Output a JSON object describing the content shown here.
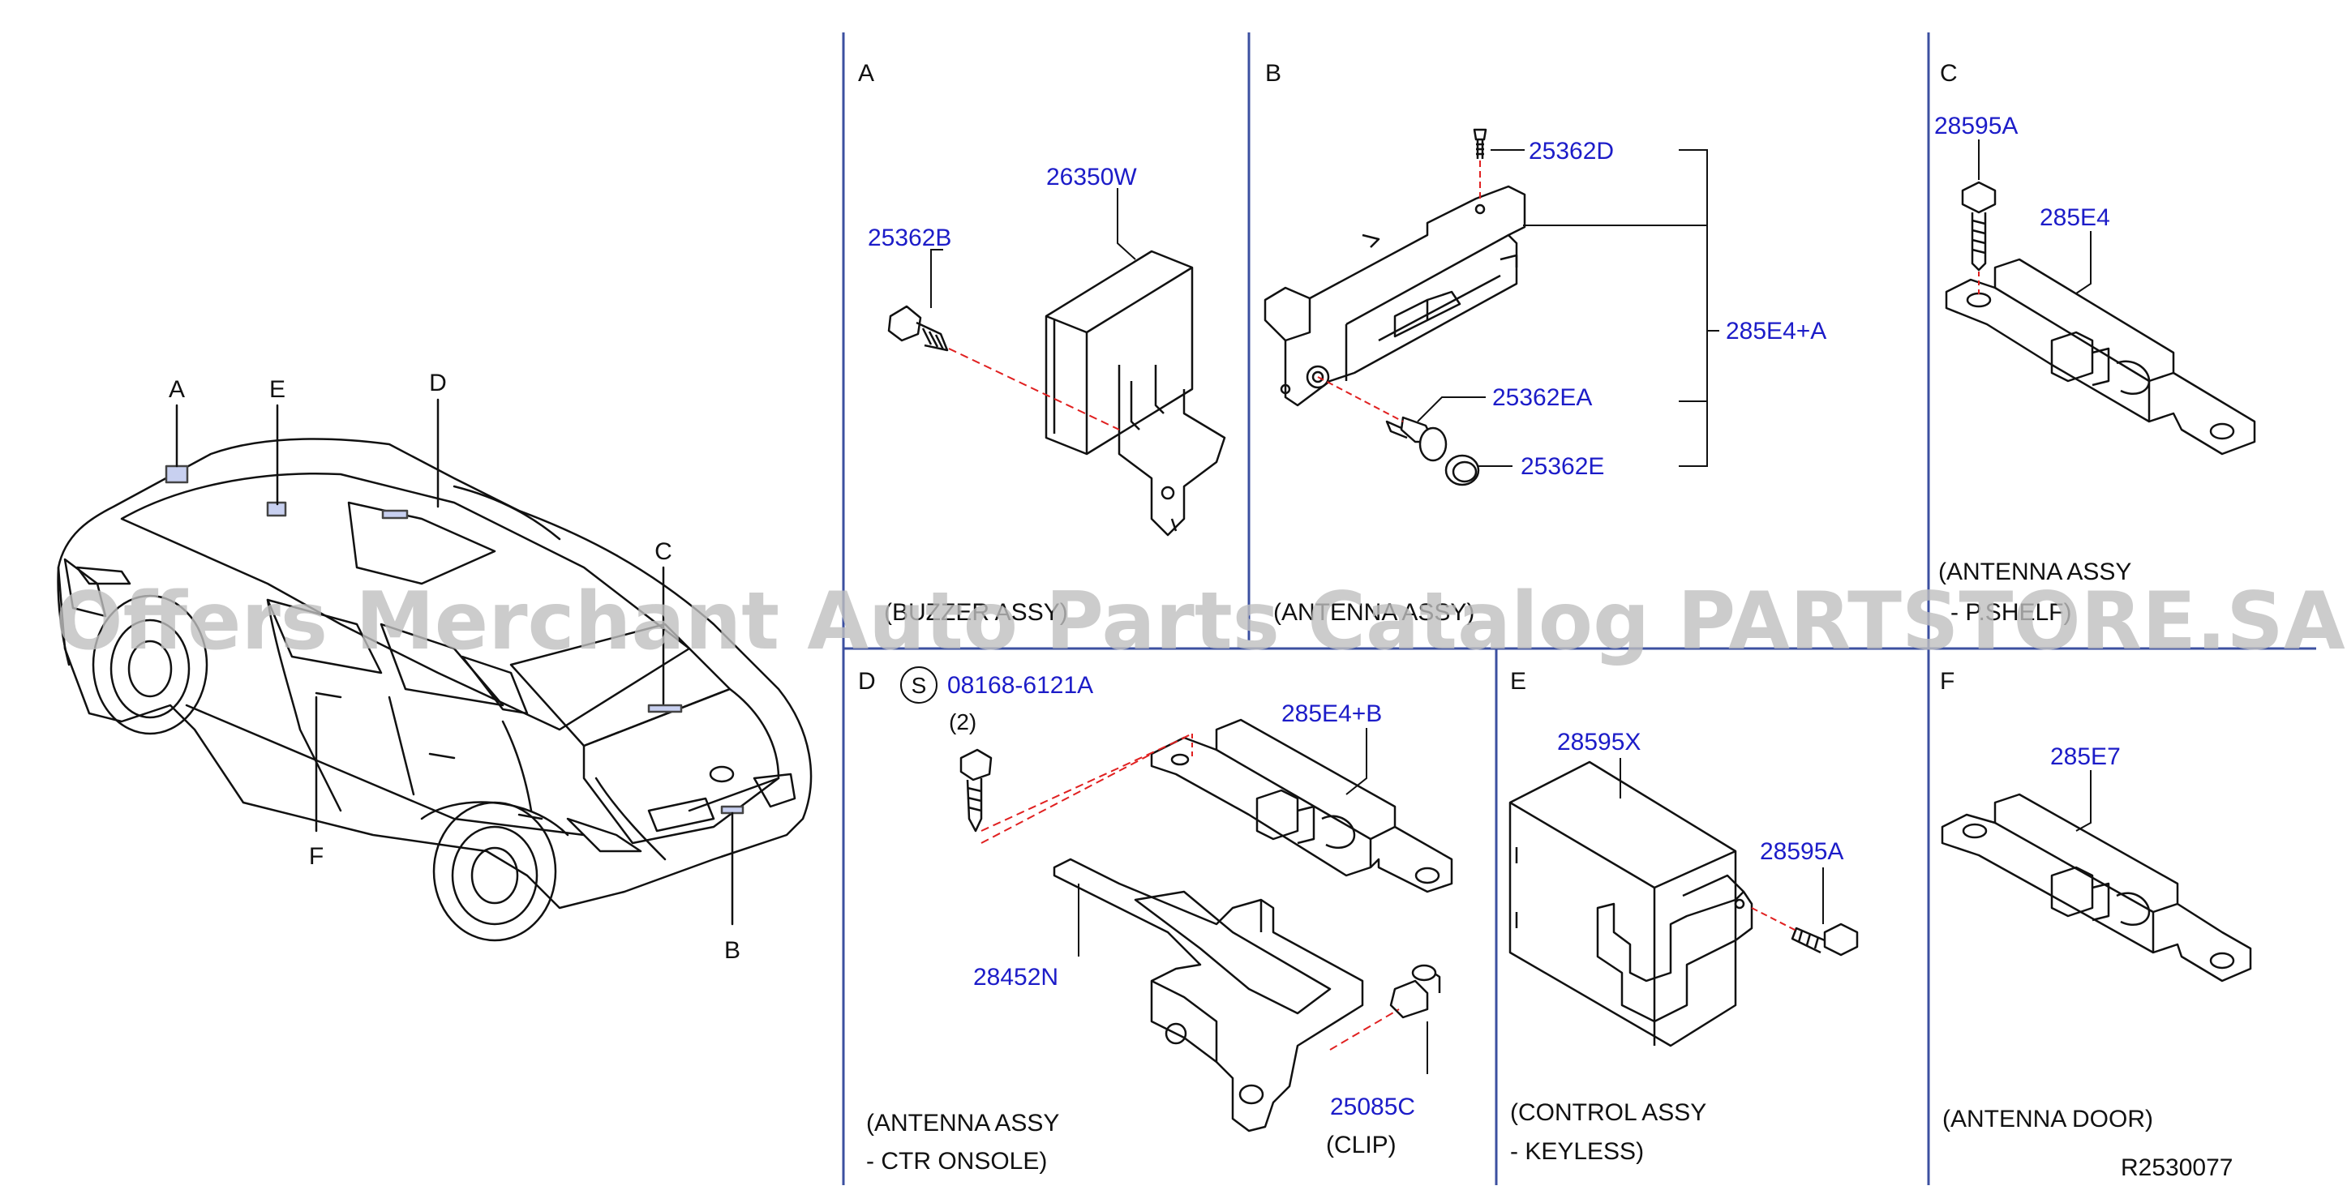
{
  "sections": {
    "A": {
      "letter": "A",
      "parts": [
        "26350W",
        "25362B"
      ],
      "caption": "(BUZZER ASSY)"
    },
    "B": {
      "letter": "B",
      "parts": [
        "25362D",
        "285E4+A",
        "25362EA",
        "25362E"
      ],
      "caption": "(ANTENNA ASSY)"
    },
    "C": {
      "letter": "C",
      "parts": [
        "28595A",
        "285E4"
      ],
      "caption": [
        "(ANTENNA ASSY",
        "- P.SHELF)"
      ]
    },
    "D": {
      "letter": "D",
      "screw_symbol": "S",
      "screw_code": "08168-6121A",
      "qty": "(2)",
      "parts": [
        "285E4+B",
        "28452N",
        "25085C"
      ],
      "clip_caption": "(CLIP)",
      "caption": [
        "(ANTENNA ASSY",
        "- CTR ONSOLE)"
      ]
    },
    "E": {
      "letter": "E",
      "parts": [
        "28595X",
        "28595A"
      ],
      "caption": [
        "(CONTROL ASSY",
        "- KEYLESS)"
      ]
    },
    "F": {
      "letter": "F",
      "parts": [
        "285E7"
      ],
      "caption": "(ANTENNA DOOR)"
    }
  },
  "car_callouts": [
    "A",
    "E",
    "D",
    "C",
    "F",
    "B"
  ],
  "diagram_ref": "R2530077",
  "watermark": "Offers Merchant Auto Parts Catalog PARTSTORE.SA",
  "colors": {
    "part_number": "#1c1cc8",
    "line": "#111111",
    "leader": "#e02020",
    "divider": "#3c50a0"
  }
}
